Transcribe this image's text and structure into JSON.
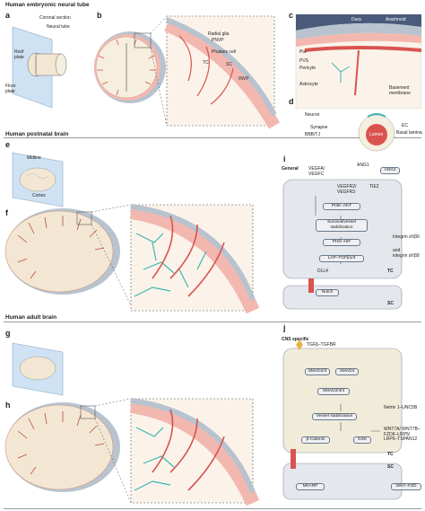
{
  "headers": {
    "embryonic": "Human embryonic neural tube",
    "postnatal": "Human postnatal brain",
    "adult": "Human adult brain"
  },
  "panel_letters": [
    "a",
    "b",
    "c",
    "d",
    "e",
    "f",
    "g",
    "h",
    "i",
    "j"
  ],
  "panel_a": {
    "neural_tube": "Neural tube",
    "coronal": "Coronal section",
    "roof": "Roof plate",
    "floor": "Floor plate"
  },
  "panel_b": {
    "radial_glia": "Radial glia",
    "pnvp": "PNVP",
    "phalanx": "Phalanx cell",
    "tc": "TC",
    "sc": "SC",
    "invp": "INVP"
  },
  "panel_c": {
    "dura": "Dura",
    "arachnoid": "Arachnoid",
    "pia": "Pia",
    "pvs": "PVS",
    "pericyte": "Pericyte",
    "astrocyte": "Astrocyte",
    "basement": "Basement membrane"
  },
  "panel_d": {
    "neuron": "Neuron",
    "synapse": "Synapse",
    "bbb": "BBB/TJ",
    "lumen": "Lumen",
    "ec": "EC",
    "basal": "Basal lamina"
  },
  "panel_e": {
    "midline": "Midline",
    "cortex": "Cortex"
  },
  "panel_i": {
    "title": "General",
    "vegfa": "VEGFA/ VEGFC",
    "ang1": "ANG1",
    "ang2": "ANG2",
    "vegfr": "VEGFR2/ VEGFR3",
    "tie2": "TIE2",
    "pi3k": "PI3K–AKT",
    "survival": "Survival/vessel stabilization",
    "phd": "PHD–HIF",
    "lap": "LAP–TGFβ1/3",
    "integrin1": "Integrin αVβ6",
    "and": "and",
    "integrin2": "integrin αVβ8",
    "tc": "TC",
    "dll4": "DLL4",
    "notch": "Notch",
    "sc": "SC"
  },
  "panel_j": {
    "title": "CNS specific",
    "tgfb": "TGFβ–TGFBR",
    "smad23": "SMAD2/3",
    "smad4": "SMAD4",
    "smad234": "SMAD2/3/4",
    "netrin": "Netrin 1–UNC5B",
    "vessel": "Vessel stabilization",
    "bcat": "β-Catenin",
    "gsk": "GSK",
    "wnt": "WNT7A/ WNT7B–FZD6–LRP5/ LRP6–TSPAN12",
    "tc": "TC",
    "sc": "SC",
    "nrarp": "NRARP",
    "wntfzd": "WNT–FZD"
  },
  "colors": {
    "vessel": "#d9534f",
    "cyan": "#3fb6b0",
    "pia": "#f2b8b0",
    "box": "#eef0f3",
    "brain": "#f3e7d3",
    "plane": "#cfe2f3"
  }
}
